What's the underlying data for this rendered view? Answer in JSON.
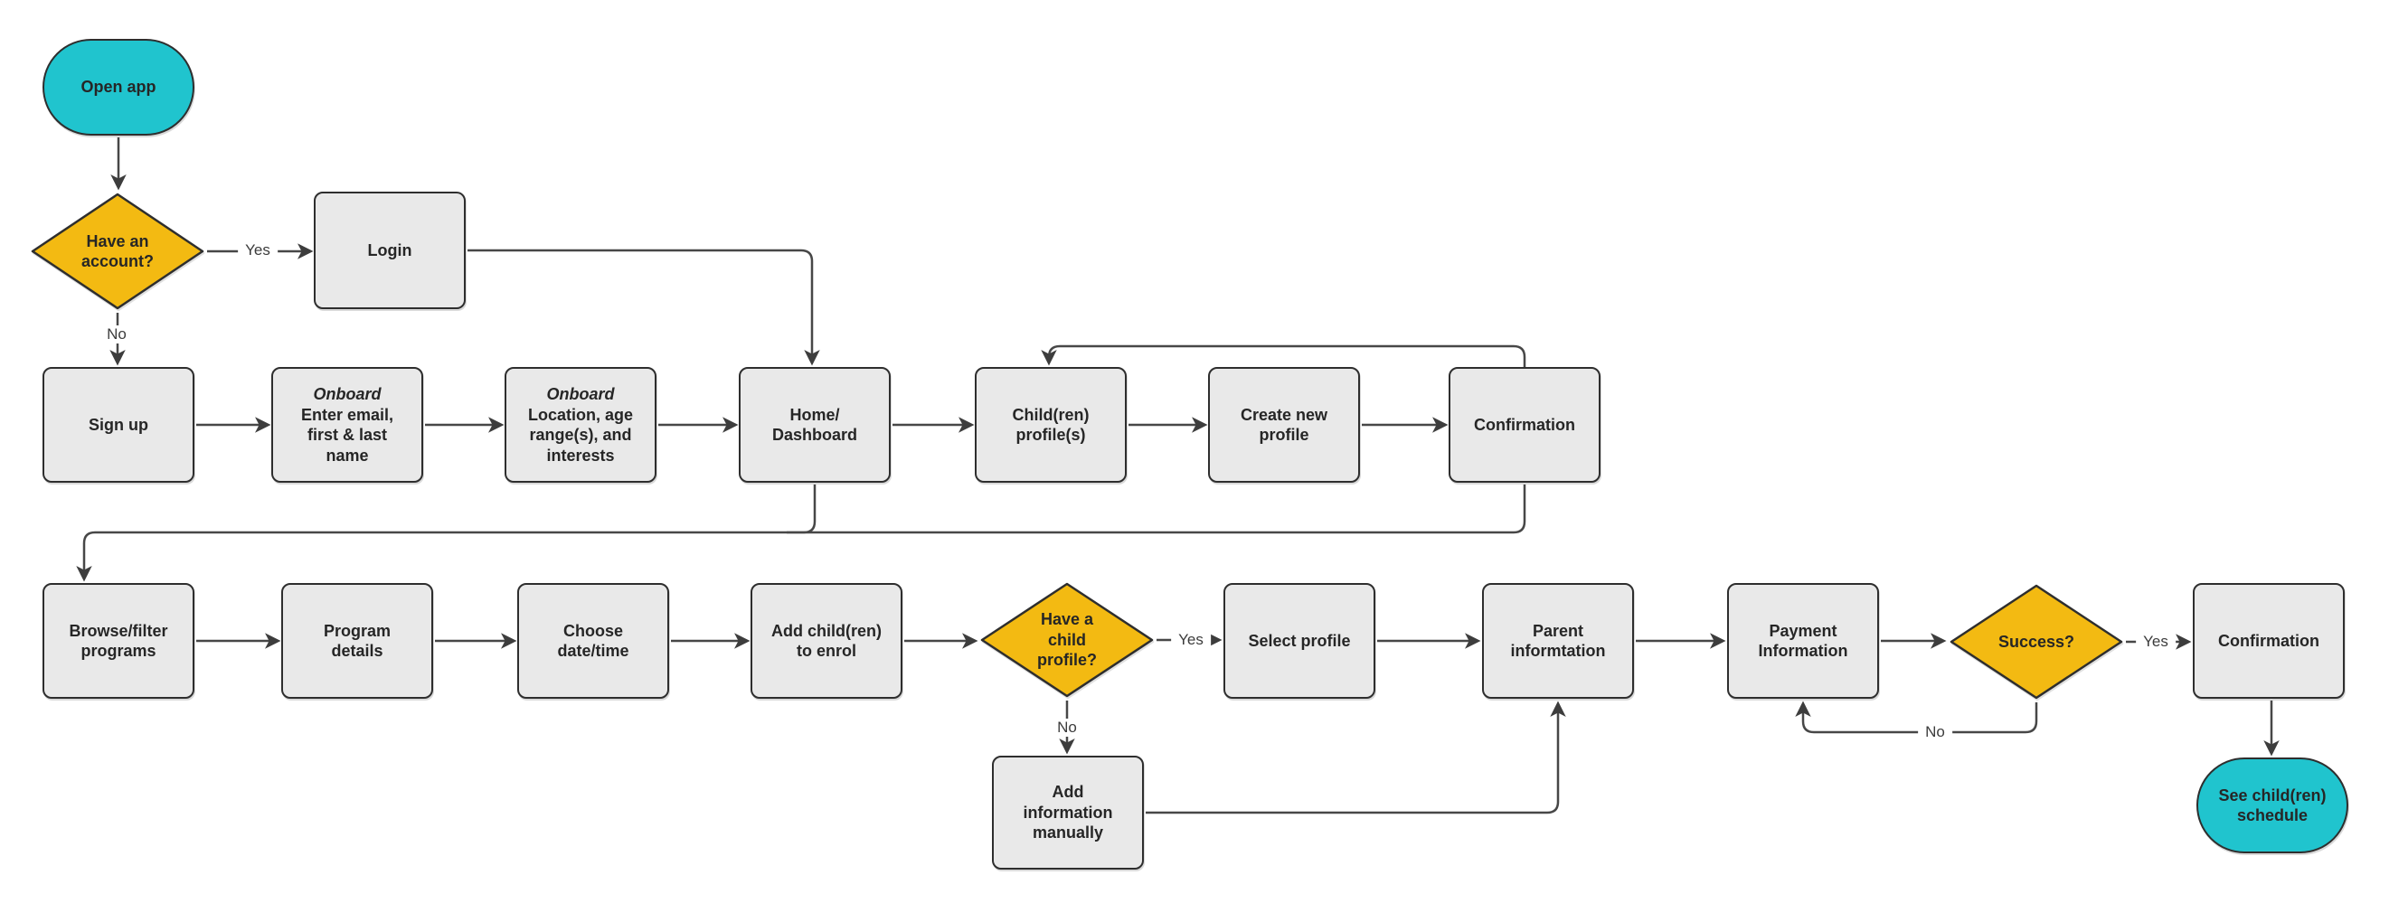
{
  "canvas": {
    "background": "#ffffff"
  },
  "colors": {
    "teal": "#20c4ce",
    "yellow": "#f3ba12",
    "process": "#e9e9e9",
    "border": "#2e2e2e",
    "line": "#474747",
    "ink": "#262626",
    "label": "#3c3c3c"
  },
  "nodes": [
    {
      "id": "open-app",
      "type": "terminal",
      "label": "Open app"
    },
    {
      "id": "have-account",
      "type": "decision",
      "label": "Have an\naccount?"
    },
    {
      "id": "login",
      "type": "process",
      "label": "Login"
    },
    {
      "id": "sign-up",
      "type": "process",
      "label": "Sign up"
    },
    {
      "id": "onboard-email",
      "type": "process",
      "title": "Onboard",
      "label": "Enter email,\nfirst & last\nname"
    },
    {
      "id": "onboard-location",
      "type": "process",
      "title": "Onboard",
      "label": "Location, age\nrange(s), and\ninterests"
    },
    {
      "id": "home-dashboard",
      "type": "process",
      "label": "Home/\nDashboard"
    },
    {
      "id": "children-profiles",
      "type": "process",
      "label": "Child(ren)\nprofile(s)"
    },
    {
      "id": "create-new-profile",
      "type": "process",
      "label": "Create new\nprofile"
    },
    {
      "id": "confirmation-1",
      "type": "process",
      "label": "Confirmation"
    },
    {
      "id": "browse-filter",
      "type": "process",
      "label": "Browse/filter\nprograms"
    },
    {
      "id": "program-details",
      "type": "process",
      "label": "Program\ndetails"
    },
    {
      "id": "choose-datetime",
      "type": "process",
      "label": "Choose\ndate/time"
    },
    {
      "id": "add-children-enrol",
      "type": "process",
      "label": "Add child(ren)\nto enrol"
    },
    {
      "id": "have-child-profile",
      "type": "decision",
      "label": "Have a\nchild\nprofile?"
    },
    {
      "id": "select-profile",
      "type": "process",
      "label": "Select profile"
    },
    {
      "id": "parent-information",
      "type": "process",
      "label": "Parent\ninformtation"
    },
    {
      "id": "payment-information",
      "type": "process",
      "label": "Payment\nInformation"
    },
    {
      "id": "success",
      "type": "decision",
      "label": "Success?"
    },
    {
      "id": "confirmation-2",
      "type": "process",
      "label": "Confirmation"
    },
    {
      "id": "see-schedule",
      "type": "terminal",
      "label": "See child(ren)\nschedule"
    },
    {
      "id": "add-info-manually",
      "type": "process",
      "label": "Add\ninformation\nmanually"
    }
  ],
  "edge_labels": [
    {
      "name": "yes-account",
      "text": "Yes"
    },
    {
      "name": "no-account",
      "text": "No"
    },
    {
      "name": "yes-child",
      "text": "Yes"
    },
    {
      "name": "no-child",
      "text": "No"
    },
    {
      "name": "yes-success",
      "text": "Yes"
    },
    {
      "name": "no-success",
      "text": "No"
    }
  ]
}
